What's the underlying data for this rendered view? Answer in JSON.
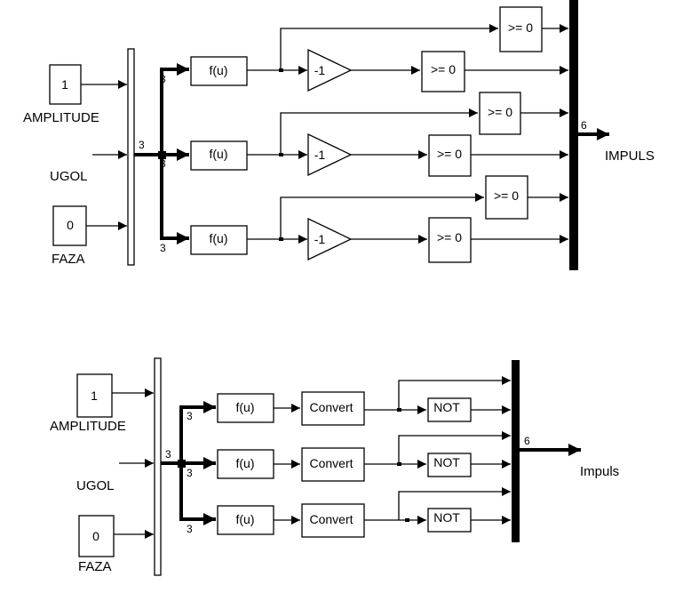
{
  "top": {
    "amplitude_value": "1",
    "amplitude_label": "AMPLITUDE",
    "ugol_label": "UGOL",
    "faza_value": "0",
    "faza_label": "FAZA",
    "fcn_labels": [
      "f(u)",
      "f(u)",
      "f(u)"
    ],
    "gain_labels": [
      "-1",
      "-1",
      "-1"
    ],
    "compare_labels": [
      ">= 0",
      ">= 0",
      ">= 0",
      ">= 0",
      ">= 0",
      ">= 0"
    ],
    "mux_width": "3",
    "branch_widths": [
      "3",
      "3",
      "3"
    ],
    "out_width": "6",
    "out_label": "IMPULS"
  },
  "bottom": {
    "amplitude_value": "1",
    "amplitude_label": "AMPLITUDE",
    "ugol_label": "UGOL",
    "faza_value": "0",
    "faza_label": "FAZA",
    "fcn_labels": [
      "f(u)",
      "f(u)",
      "f(u)"
    ],
    "convert_labels": [
      "Convert",
      "Convert",
      "Convert"
    ],
    "not_labels": [
      "NOT",
      "NOT",
      "NOT"
    ],
    "mux_width": "3",
    "branch_widths": [
      "3",
      "3",
      "3"
    ],
    "out_width": "6",
    "out_label": "Impuls"
  }
}
